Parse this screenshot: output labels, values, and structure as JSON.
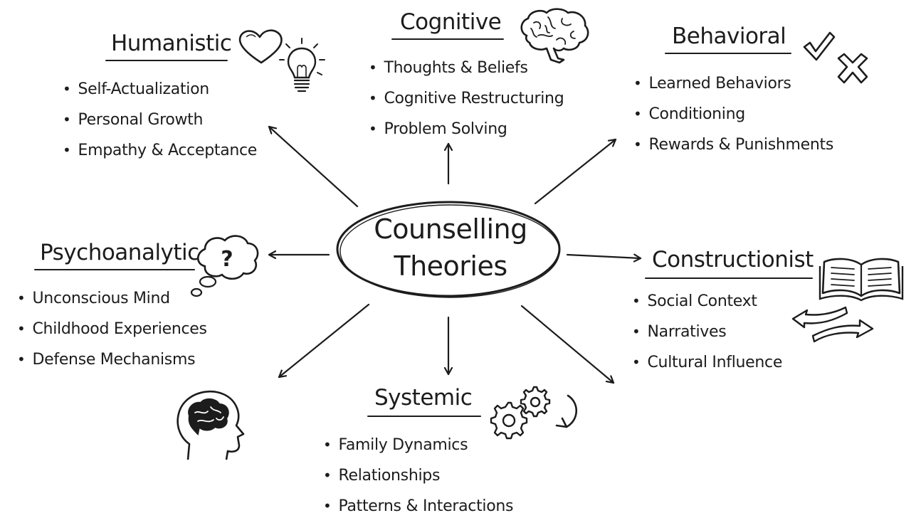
{
  "center": {
    "line1": "Counselling",
    "line2": "Theories"
  },
  "humanistic": {
    "title": "Humanistic",
    "items": [
      "Self-Actualization",
      "Personal Growth",
      "Empathy & Acceptance"
    ]
  },
  "cognitive": {
    "title": "Cognitive",
    "items": [
      "Thoughts & Beliefs",
      "Cognitive Restructuring",
      "Problem Solving"
    ]
  },
  "behavioral": {
    "title": "Behavioral",
    "items": [
      "Learned Behaviors",
      "Conditioning",
      "Rewards & Punishments"
    ]
  },
  "psychoanalytic": {
    "title": "Psychoanalytic",
    "items": [
      "Unconscious Mind",
      "Childhood Experiences",
      "Defense Mechanisms"
    ]
  },
  "constructionist": {
    "title": "Constructionist",
    "items": [
      "Social Context",
      "Narratives",
      "Cultural Influence"
    ]
  },
  "systemic": {
    "title": "Systemic",
    "items": [
      "Family Dynamics",
      "Relationships",
      "Patterns & Interactions"
    ]
  },
  "icons": {
    "humanistic": [
      "heart-icon",
      "lightbulb-icon"
    ],
    "cognitive": [
      "brain-icon"
    ],
    "behavioral": [
      "checkmark-icon",
      "cross-icon"
    ],
    "psychoanalytic": [
      "thought-bubble-question-icon",
      "head-brain-icon"
    ],
    "constructionist": [
      "open-book-icon",
      "exchange-arrows-icon"
    ],
    "systemic": [
      "gears-icon",
      "cycle-arrow-icon"
    ]
  },
  "colors": {
    "ink": "#1c1c1c",
    "background": "#ffffff"
  }
}
